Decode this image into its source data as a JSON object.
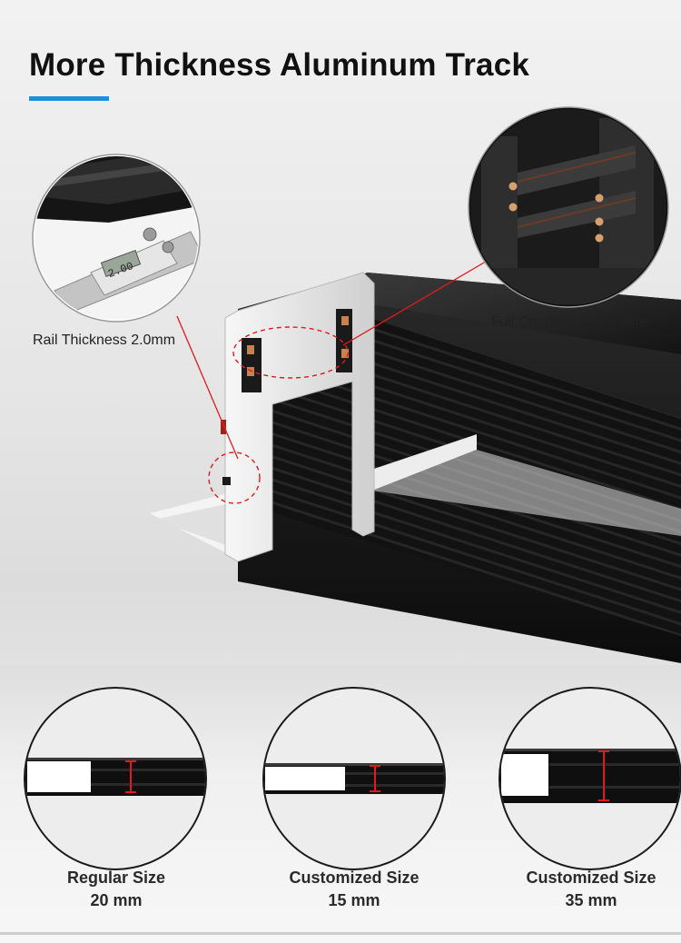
{
  "page": {
    "title": "More Thickness Aluminum Track",
    "accent_color": "#1e8fd6",
    "marker_color": "#e11b1b"
  },
  "callouts": {
    "left": {
      "label": "Rail Thickness 2.0mm",
      "icon": "caliper-closeup-icon"
    },
    "right": {
      "label": "Full Copper of Four-wire",
      "icon": "copper-wire-closeup-icon"
    }
  },
  "caliper_display": "2.00",
  "product": {
    "icon": "aluminum-track-profile-icon"
  },
  "sizes": [
    {
      "name": "Regular Size",
      "value": "20 mm"
    },
    {
      "name": "Customized Size",
      "value": "15 mm"
    },
    {
      "name": "Customized Size",
      "value": "35 mm"
    }
  ]
}
